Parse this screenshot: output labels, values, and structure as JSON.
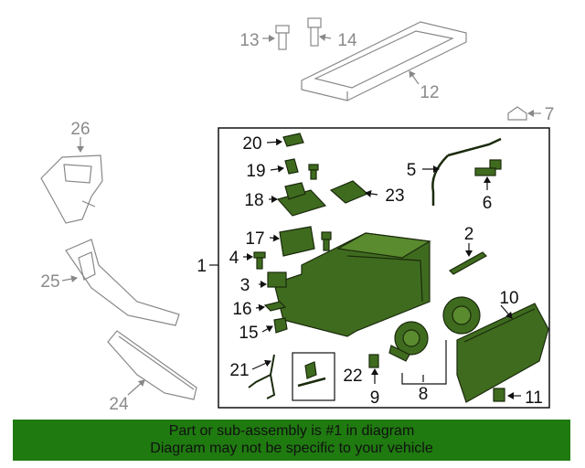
{
  "colors": {
    "part_fill": "#3f6b1f",
    "part_stroke": "#1a2a0c",
    "context_stroke": "#888888",
    "banner_bg": "#1f7a10"
  },
  "callouts": {
    "c1": "1",
    "c2": "2",
    "c3": "3",
    "c4": "4",
    "c5": "5",
    "c6": "6",
    "c7": "7",
    "c8": "8",
    "c9": "9",
    "c10": "10",
    "c11": "11",
    "c12": "12",
    "c13": "13",
    "c14": "14",
    "c15": "15",
    "c16": "16",
    "c17": "17",
    "c18": "18",
    "c19": "19",
    "c20": "20",
    "c21": "21",
    "c22": "22",
    "c23": "23",
    "c24": "24",
    "c25": "25",
    "c26": "26"
  },
  "banner": {
    "line1": "Part or sub-assembly is #1 in diagram",
    "line2": "Diagram may not be specific to your vehicle"
  }
}
